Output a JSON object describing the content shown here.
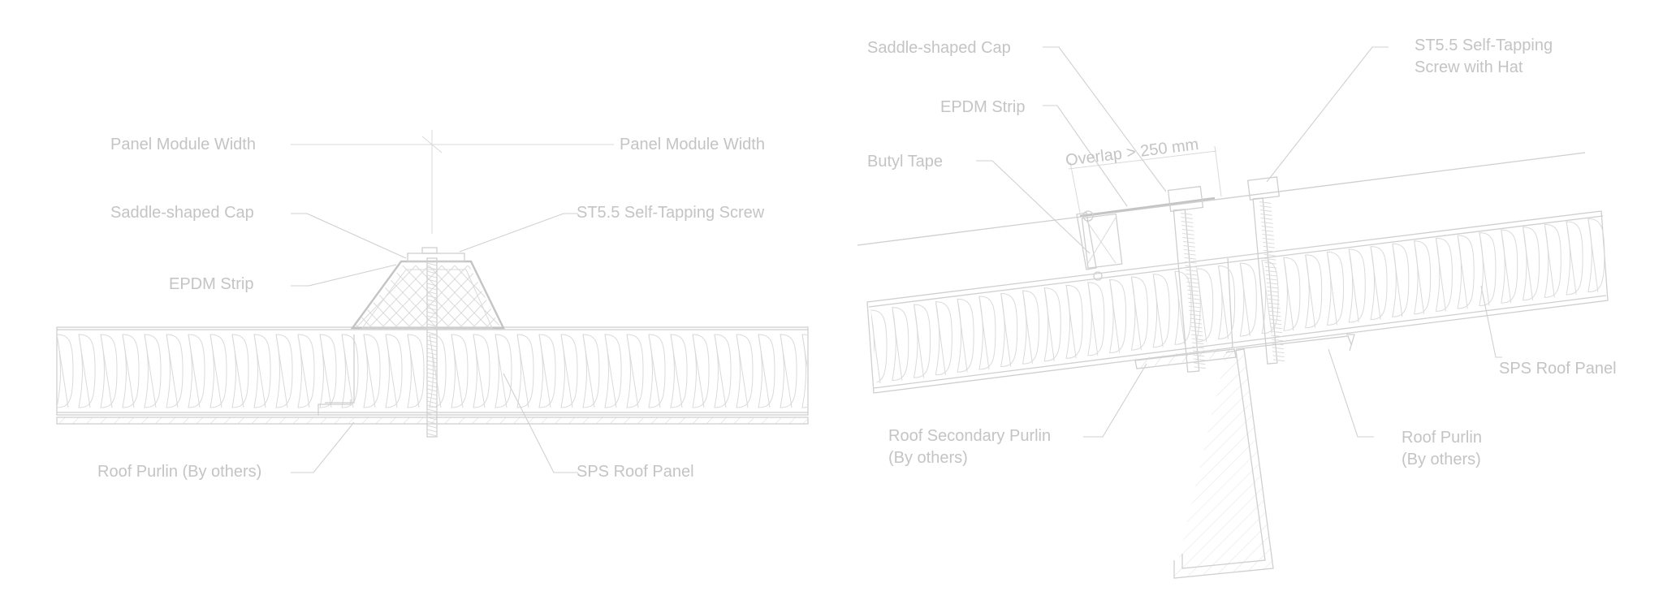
{
  "left_detail": {
    "labels": {
      "module_width_left": "Panel Module Width",
      "module_width_right": "Panel Module Width",
      "saddle_cap": "Saddle-shaped Cap",
      "screw": "ST5.5 Self-Tapping Screw",
      "epdm": "EPDM Strip",
      "purlin": "Roof Purlin (By others)",
      "roof_panel": "SPS Roof Panel"
    }
  },
  "right_detail": {
    "labels": {
      "saddle_cap": "Saddle-shaped Cap",
      "screw_line1": "ST5.5 Self-Tapping",
      "screw_line2": "Screw with Hat",
      "epdm": "EPDM Strip",
      "overlap": "Overlap > 250 mm",
      "butyl": "Butyl Tape",
      "roof_panel": "SPS Roof Panel",
      "secondary_purlin_line1": "Roof Secondary Purlin",
      "secondary_purlin_line2": "(By others)",
      "purlin_line1": "Roof Purlin",
      "purlin_line2": "(By others)"
    }
  }
}
